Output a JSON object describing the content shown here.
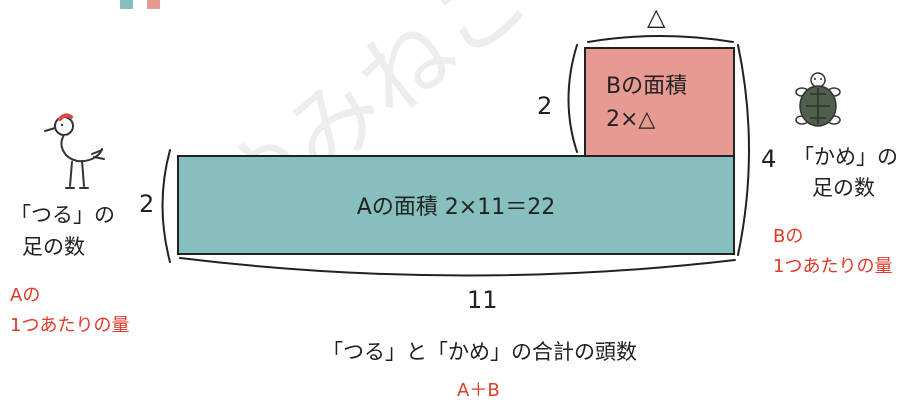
{
  "colors": {
    "rect_a_fill": "#86bfbd",
    "rect_b_fill": "#e79a92",
    "outline": "#222222",
    "accent_red": "#e03a2a"
  },
  "top_mark": "△",
  "rect_a": {
    "label": "Aの面積  2×11＝22",
    "height_label": "2",
    "width_label": "11"
  },
  "rect_b": {
    "label_line1": "Bの面積",
    "label_line2": "2×△",
    "height_label": "2",
    "width_label": "△"
  },
  "left_side": {
    "line1": "「つる」の",
    "line2": "足の数",
    "red_line1": "Aの",
    "red_line2": "1つあたりの量"
  },
  "right_side": {
    "number": "4",
    "line1": "「かめ」の",
    "line2": "足の数",
    "red_line1": "Bの",
    "red_line2": "1つあたりの量"
  },
  "bottom": {
    "caption": "「つる」と「かめ」の合計の頭数",
    "red": "A＋B"
  },
  "icons": [
    "crane-icon",
    "turtle-icon"
  ],
  "watermark": "ゆみねこの教科書"
}
